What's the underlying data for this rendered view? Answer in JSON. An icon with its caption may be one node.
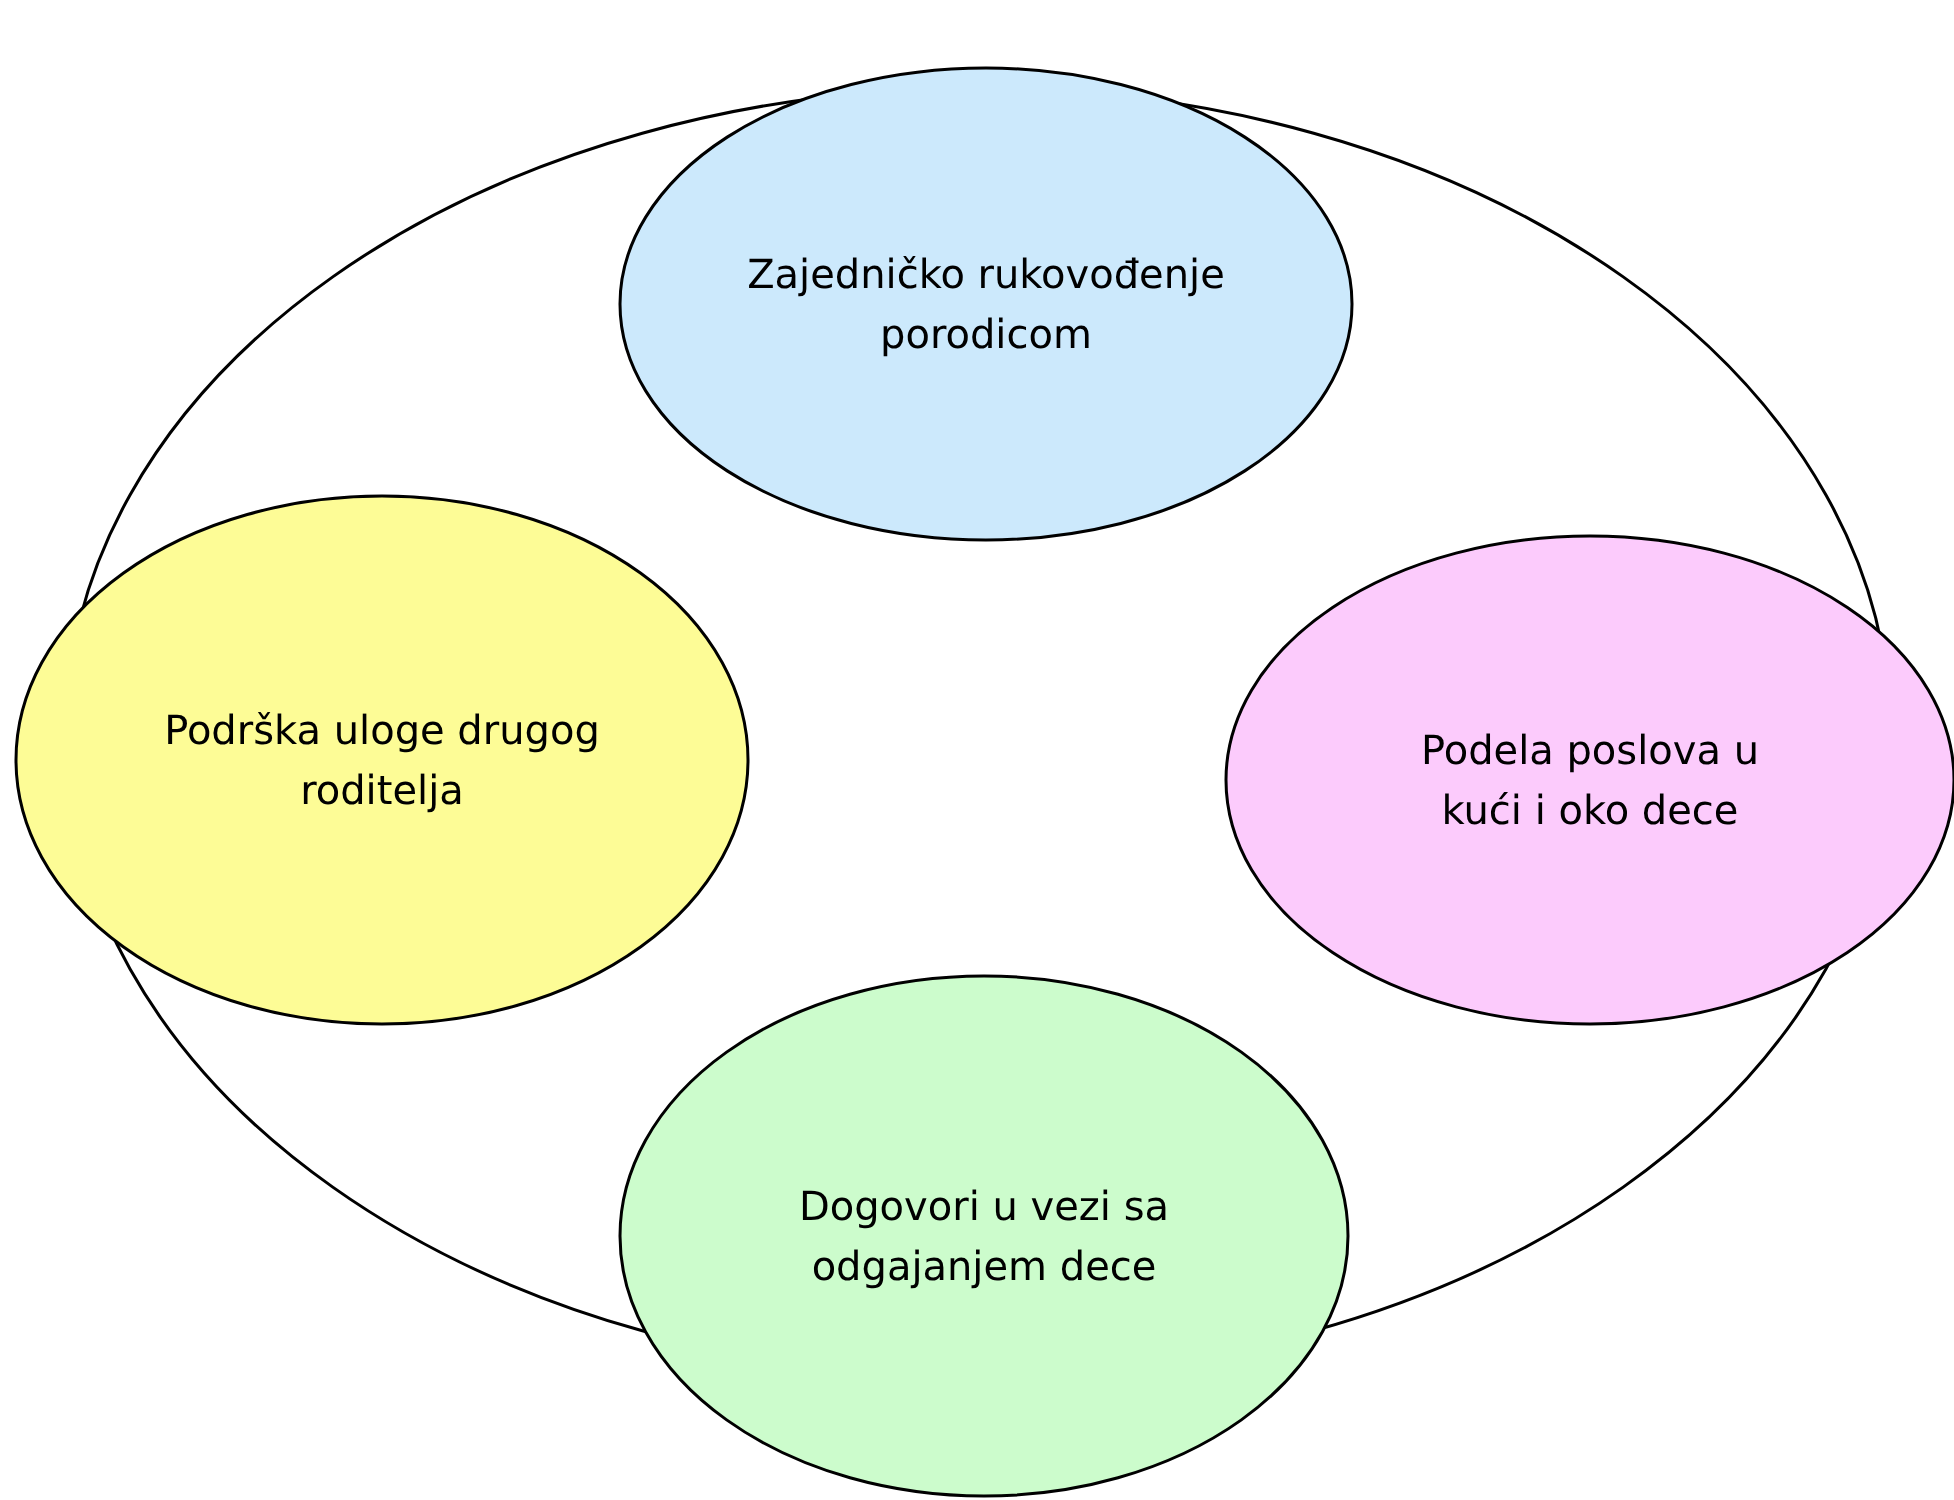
{
  "diagram": {
    "nodes": [
      {
        "text": [
          "Zajedničko rukovođenje porodicom"
        ]
      },
      {
        "text": [
          "Podrška uloge drugog roditelja"
        ]
      },
      {
        "text": [
          "Podela poslova u kući i oko dece"
        ]
      },
      {
        "text": [
          "Dogovori u vezi sa odgajanjem dece"
        ]
      }
    ]
  }
}
